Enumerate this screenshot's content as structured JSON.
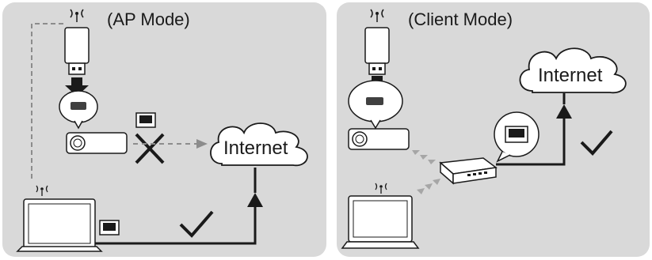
{
  "panels": [
    {
      "title": "(AP Mode)",
      "internet_label": "Internet"
    },
    {
      "title": "(Client Mode)",
      "internet_label": "Internet"
    }
  ],
  "colors": {
    "panel_bg": "#d9d9d9",
    "line": "#1a1a1a",
    "dashed": "#8c8c8c",
    "wifi_arrow": "#a6a6a6",
    "white": "#ffffff"
  },
  "icons": [
    "wifi-dongle-icon",
    "hdmi-port-icon",
    "ethernet-port-icon",
    "projector-icon",
    "laptop-icon",
    "router-icon",
    "cloud-icon",
    "check-icon",
    "cross-icon",
    "wifi-signal-icon"
  ]
}
